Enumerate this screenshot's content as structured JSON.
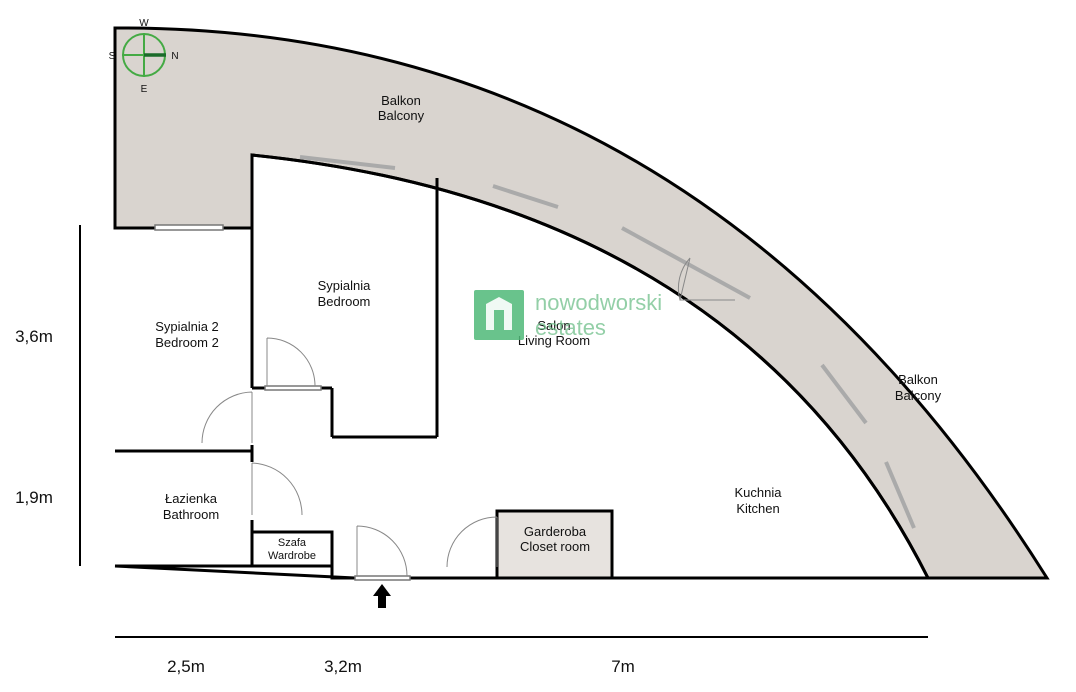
{
  "compass": {
    "north": "N",
    "south": "S",
    "west": "W",
    "east": "E"
  },
  "rooms": {
    "balcony_top": [
      "Balkon",
      "Balcony"
    ],
    "balcony_right": [
      "Balkon",
      "Balcony"
    ],
    "bedroom2": [
      "Sypialnia 2",
      "Bedroom 2"
    ],
    "bedroom": [
      "Sypialnia",
      "Bedroom"
    ],
    "living": [
      "Salon",
      "Living Room"
    ],
    "kitchen": [
      "Kuchnia",
      "Kitchen"
    ],
    "bathroom": [
      "Łazienka",
      "Bathroom"
    ],
    "wardrobe": [
      "Szafa",
      "Wardrobe"
    ],
    "closet": [
      "Garderoba",
      "Closet room"
    ]
  },
  "dimensions": {
    "vertical_upper": "3,6m",
    "vertical_lower": "1,9m",
    "horizontal_1": "2,5m",
    "horizontal_2": "3,2m",
    "horizontal_3": "7m"
  },
  "watermark": {
    "line1": "nowodworski",
    "line2": "estates"
  },
  "colors": {
    "balcony": "#d9d4cf",
    "wall": "#000000",
    "closet": "#e7e3df",
    "watermark": "#4fb878"
  }
}
